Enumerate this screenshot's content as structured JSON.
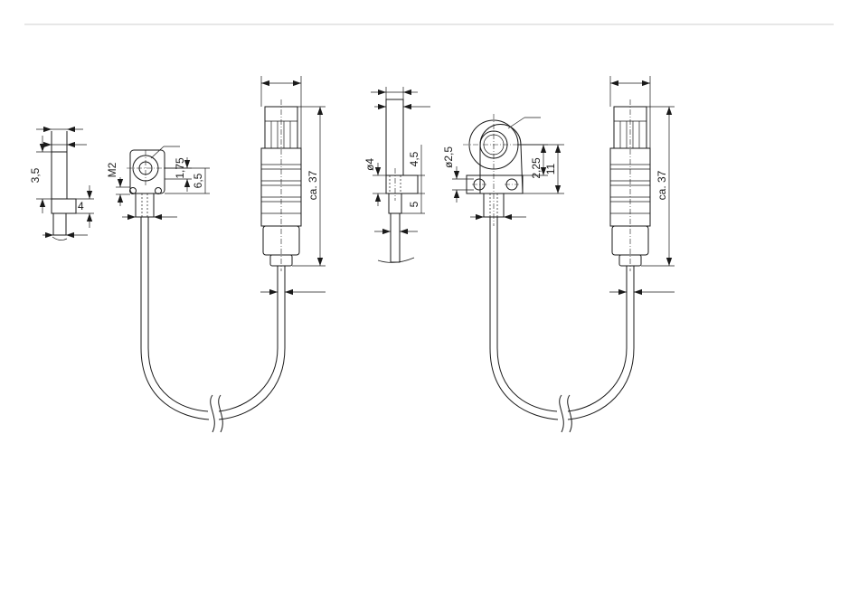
{
  "sensor_small": {
    "side_view": {
      "width_label": "3,5",
      "height_label": "4"
    },
    "front_view": {
      "thread_label": "M2",
      "offset_label": "1,75",
      "height_label": "6,5"
    },
    "connector": {
      "length_label": "ca. 37"
    }
  },
  "sensor_large": {
    "side_view": {
      "diameter_label": "ø4",
      "upper_label": "4,5",
      "lower_label": "5"
    },
    "front_view": {
      "hole_label": "ø2,5",
      "offset_label": "2,25",
      "height_label": "11"
    },
    "connector": {
      "length_label": "ca. 37"
    }
  }
}
